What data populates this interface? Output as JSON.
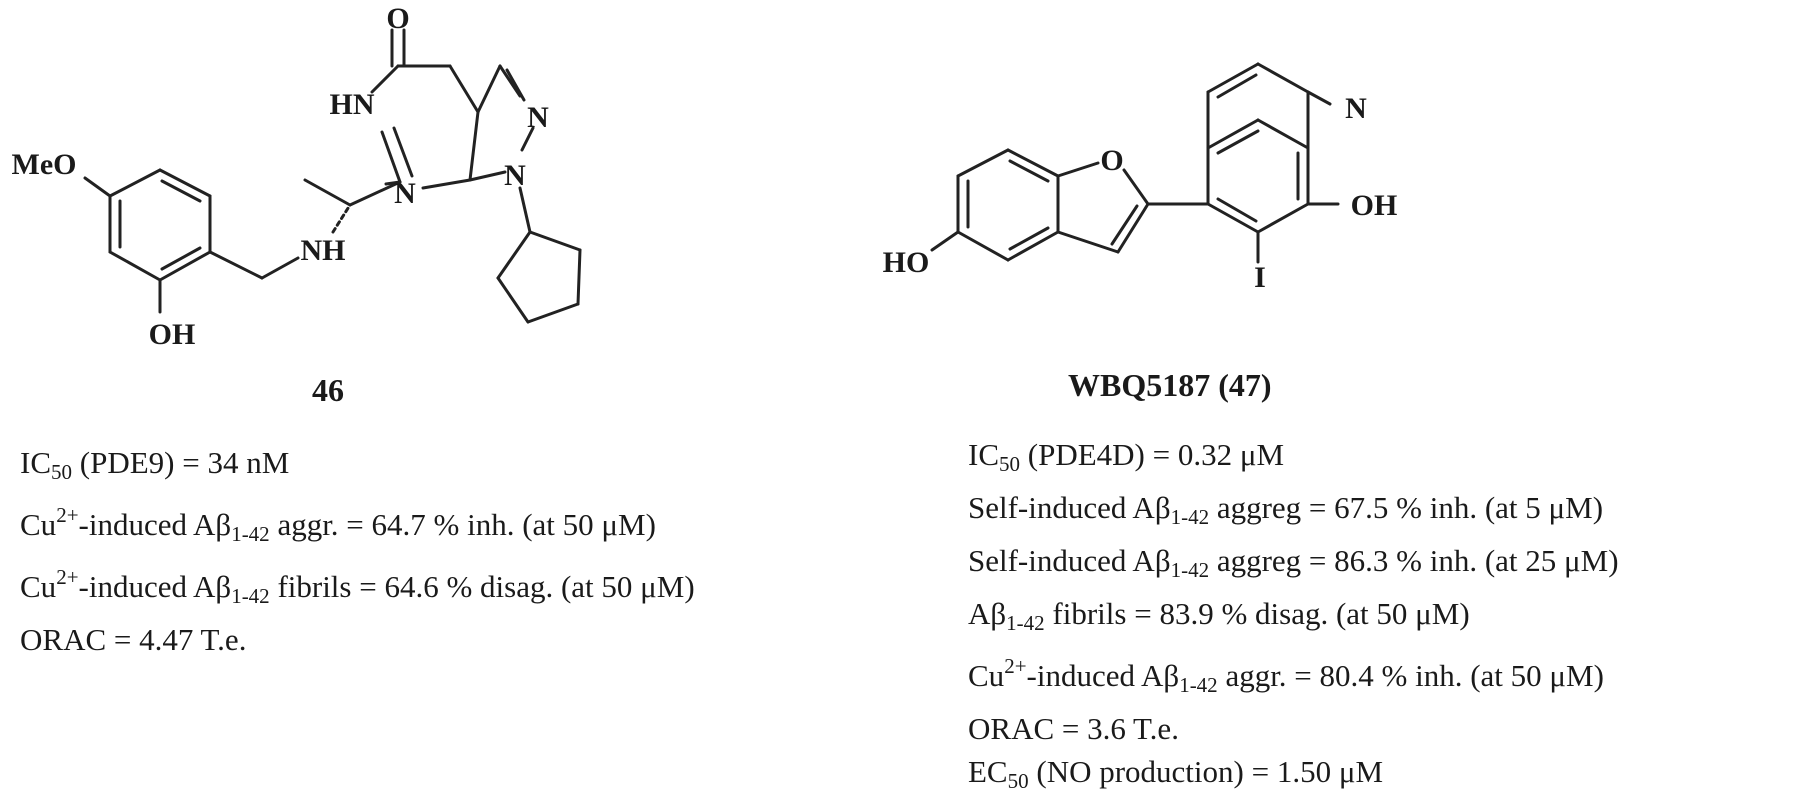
{
  "compounds": [
    {
      "name": "46",
      "atom_labels": {
        "carbonyl_o": "O",
        "amide_nh": "HN",
        "pyrimidine_n": "N",
        "pyrazole_n_top": "N",
        "pyrazole_n_bottom": "N",
        "amine_nh": "NH",
        "methoxy": "MeO",
        "hydroxyl": "OH"
      },
      "properties": [
        {
          "pre": "IC",
          "sub": "50",
          "sup": "",
          "post": " (PDE9) = 34 nM"
        },
        {
          "pre": "Cu",
          "sub": "",
          "sup": "2+",
          "mid": "-induced Aβ",
          "sub2": "1-42",
          "post": " aggr. = 64.7 % inh. (at 50 μM)"
        },
        {
          "pre": "Cu",
          "sub": "",
          "sup": "2+",
          "mid": "-induced Aβ",
          "sub2": "1-42",
          "post": " fibrils = 64.6 % disag. (at 50 μM)"
        },
        {
          "pre": "ORAC = 4.47 T.e.",
          "sub": "",
          "sup": "",
          "post": ""
        }
      ]
    },
    {
      "name": "WBQ5187 (47)",
      "atom_labels": {
        "quinoline_n": "N",
        "furan_o": "O",
        "hydroxyl_quinoline": "OH",
        "iodo": "I",
        "hydroxyl_benzofuran": "HO"
      },
      "properties": [
        {
          "pre": "IC",
          "sub": "50",
          "sup": "",
          "post": " (PDE4D) = 0.32 μM"
        },
        {
          "pre": "Self-induced Aβ",
          "sub": "1-42",
          "sup": "",
          "post": " aggreg = 67.5 % inh. (at 5 μM)"
        },
        {
          "pre": "Self-induced Aβ",
          "sub": "1-42",
          "sup": "",
          "post": " aggreg = 86.3 % inh. (at 25 μM)"
        },
        {
          "pre": "Aβ",
          "sub": "1-42",
          "sup": "",
          "post": " fibrils = 83.9 % disag. (at 50 μM)"
        },
        {
          "pre": "Cu",
          "sub": "",
          "sup": "2+",
          "mid": "-induced Aβ",
          "sub2": "1-42",
          "post": " aggr. = 80.4 % inh. (at 50 μM)"
        },
        {
          "pre": "ORAC = 3.6 T.e.",
          "sub": "",
          "sup": "",
          "post": ""
        },
        {
          "pre": "EC",
          "sub": "50",
          "sup": "",
          "post": " (NO production) = 1.50 μM"
        }
      ]
    }
  ]
}
